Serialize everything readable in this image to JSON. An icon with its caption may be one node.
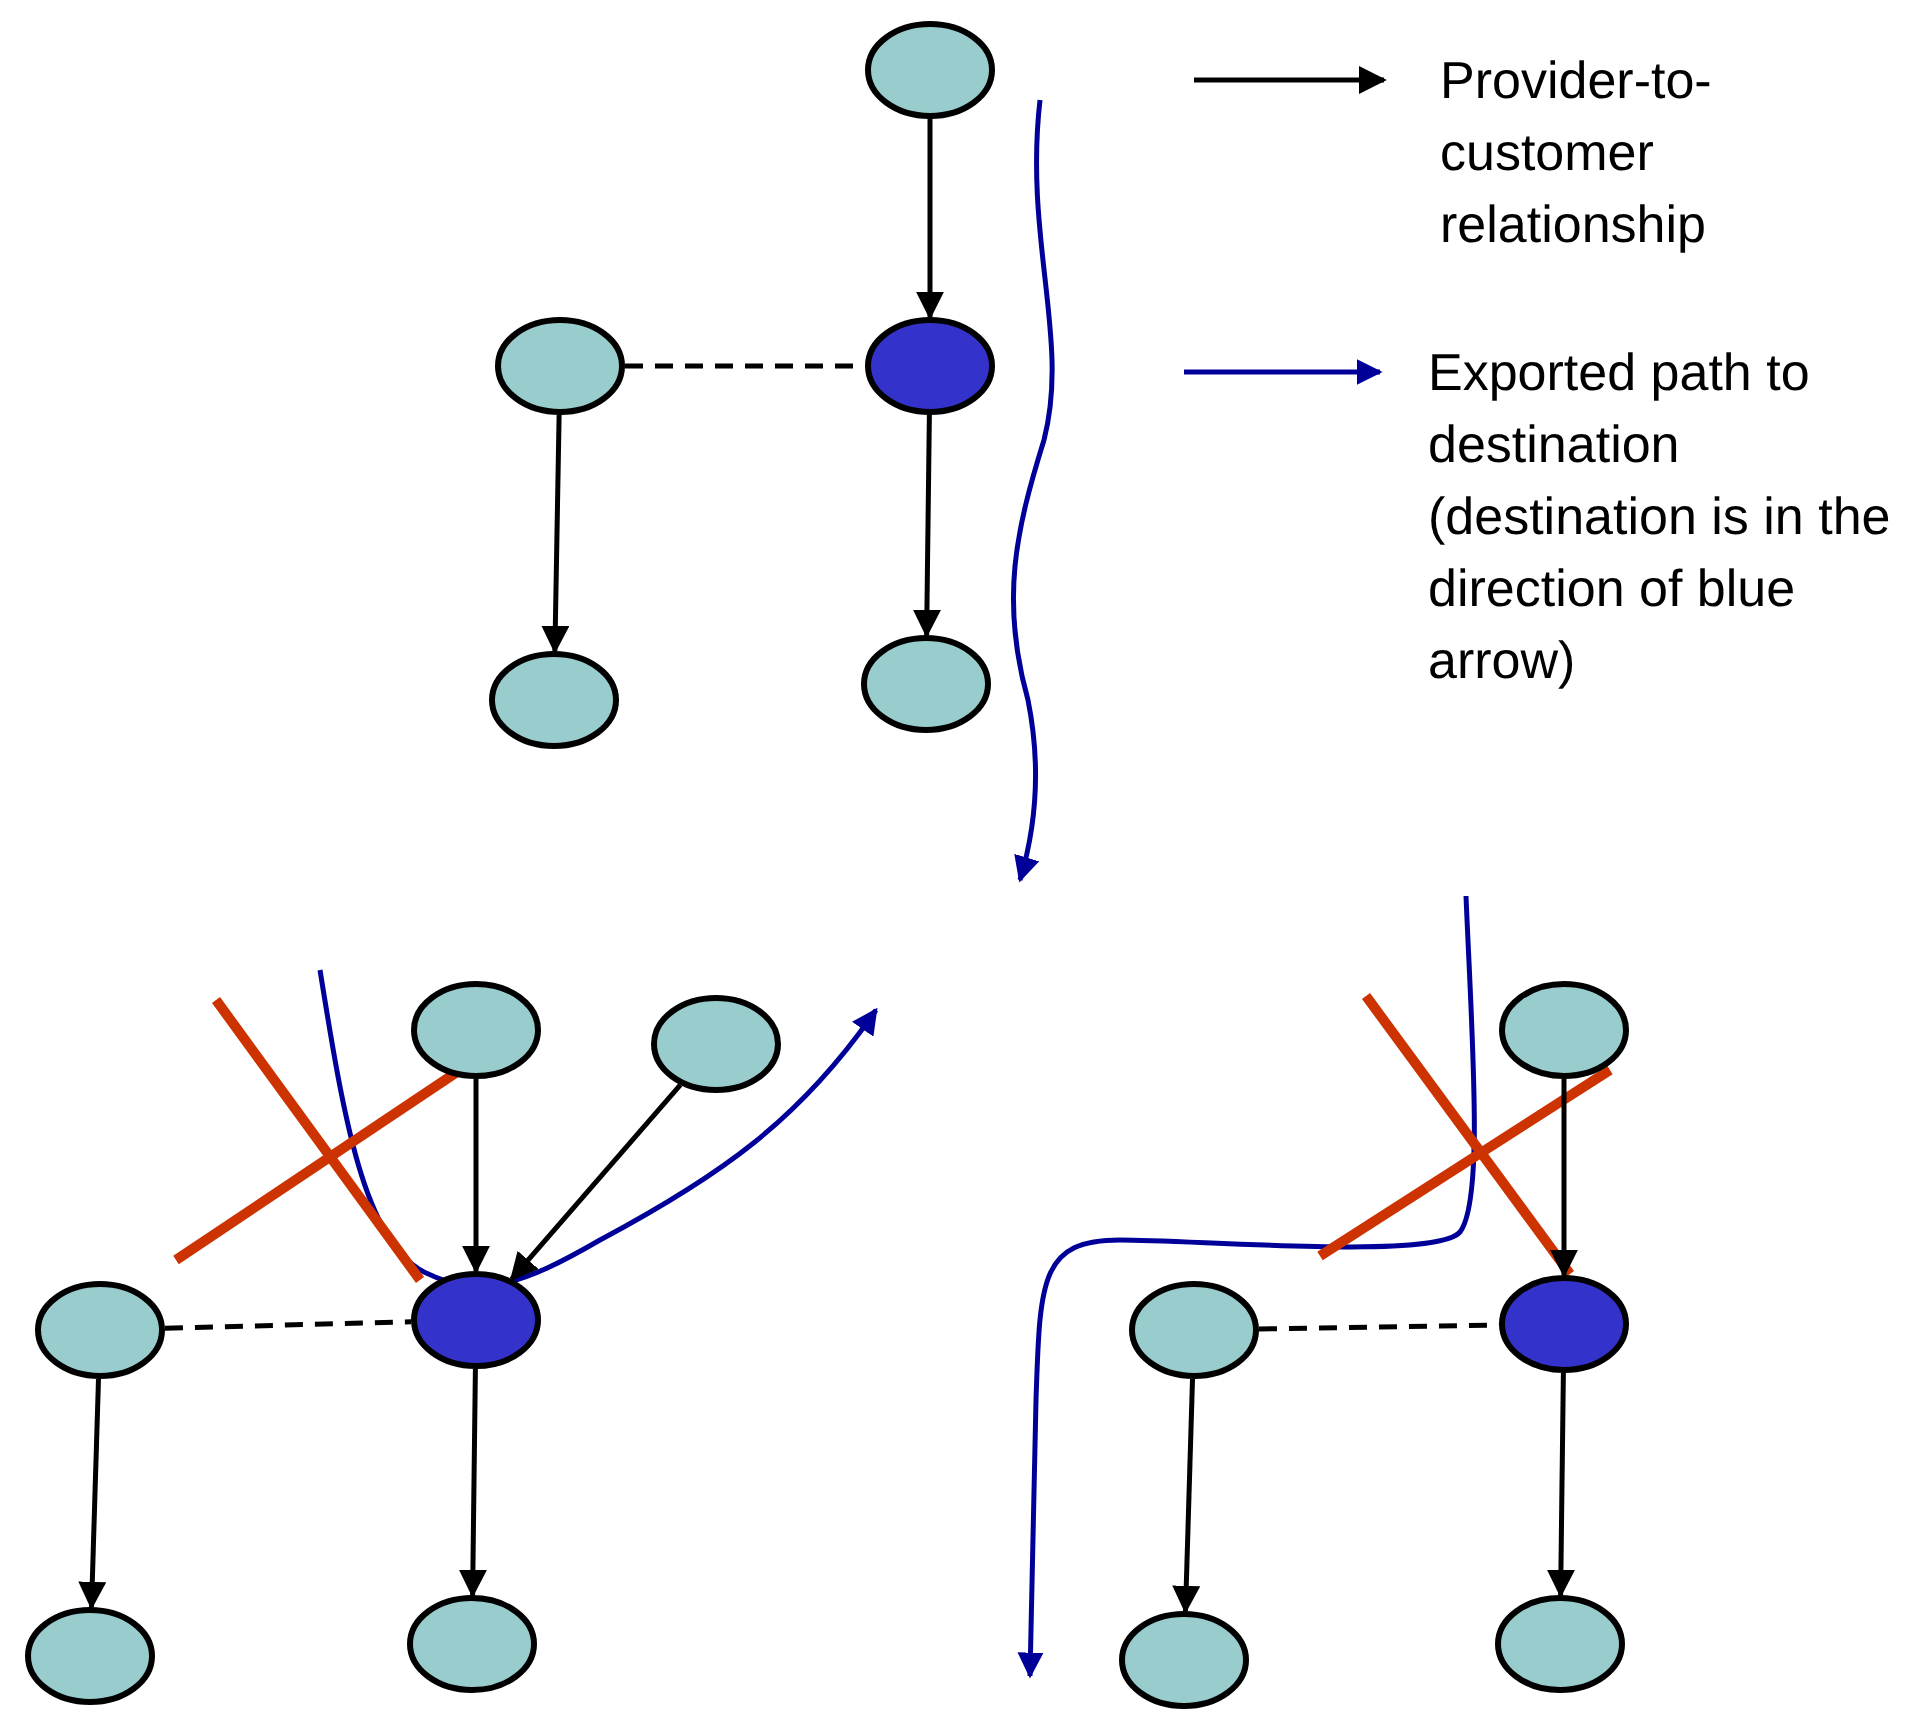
{
  "diagram": {
    "nodes": [
      {
        "text": [],
        "shape": "circle"
      },
      {
        "text": [],
        "shape": "circle"
      },
      {
        "text": [],
        "shape": "circle"
      },
      {
        "text": [],
        "shape": "circle"
      },
      {
        "text": [],
        "shape": "circle"
      },
      {
        "text": [],
        "shape": "circle"
      },
      {
        "text": [],
        "shape": "circle"
      },
      {
        "text": [],
        "shape": "circle"
      },
      {
        "text": [],
        "shape": "circle"
      },
      {
        "text": [],
        "shape": "circle"
      },
      {
        "text": [],
        "shape": "circle"
      },
      {
        "text": [],
        "shape": "circle"
      },
      {
        "text": [],
        "shape": "circle"
      },
      {
        "text": [],
        "shape": "circle"
      },
      {
        "text": [],
        "shape": "circle"
      },
      {
        "text": [],
        "shape": "circle"
      }
    ],
    "edges": [
      {
        "from": 0,
        "to": 2,
        "arrow": "to"
      },
      {
        "from": 1,
        "to": 2,
        "arrow": "none",
        "style": "dashed"
      },
      {
        "from": 1,
        "to": 3,
        "arrow": "to"
      },
      {
        "from": 2,
        "to": 4,
        "arrow": "to"
      },
      {
        "from": 5,
        "to": 8,
        "arrow": "to"
      },
      {
        "from": 6,
        "to": 8,
        "arrow": "to"
      },
      {
        "from": 7,
        "to": 8,
        "arrow": "none",
        "style": "dashed"
      },
      {
        "from": 7,
        "to": 9,
        "arrow": "to"
      },
      {
        "from": 8,
        "to": 10,
        "arrow": "to"
      },
      {
        "from": 11,
        "to": 13,
        "arrow": "to"
      },
      {
        "from": 12,
        "to": 13,
        "arrow": "none",
        "style": "dashed"
      },
      {
        "from": 12,
        "to": 14,
        "arrow": "to"
      },
      {
        "from": 13,
        "to": 15,
        "arrow": "to"
      }
    ],
    "legend": [
      {
        "text": "Provider-to-customer relationship"
      },
      {
        "text": "Exported path to destination (destination is in the direction of blue arrow)"
      }
    ]
  }
}
